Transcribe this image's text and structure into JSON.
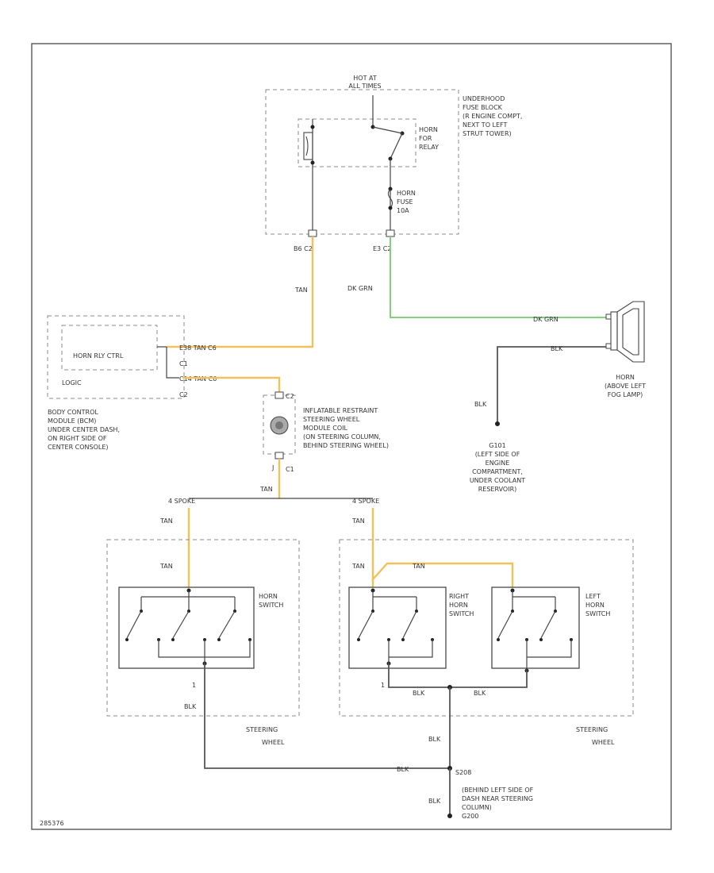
{
  "hot_at_all_times": [
    "HOT AT",
    "ALL TIMES"
  ],
  "underhood_fuse_block": [
    "UNDERHOOD",
    "FUSE BLOCK",
    "(R ENGINE COMPT,",
    "NEXT TO LEFT",
    "STRUT TOWER)"
  ],
  "horn_relay": [
    "HORN",
    "FOR",
    "RELAY"
  ],
  "horn_fuse": [
    "HORN",
    "FUSE",
    "10A"
  ],
  "conn_b6_c2": "B6   C2",
  "conn_e3_c2": "E3   C2",
  "wire_tan": "TAN",
  "wire_dk_grn": "DK GRN",
  "wire_blk": "BLK",
  "bcm_horn_relay_ctrl": "HORN RLY CTRL",
  "bcm_logic": "LOGIC",
  "bcm_conn_1": "E38   TAN  C6",
  "bcm_c1": "C1",
  "bcm_conn_2": "C14   TAN  C6",
  "bcm_c2": "C2",
  "bcm_label": [
    "BODY CONTROL",
    "MODULE (BCM)",
    "UNDER CENTER DASH,",
    "ON RIGHT SIDE OF",
    "CENTER CONSOLE)"
  ],
  "coil_c2": "C2",
  "coil_c1": "C1",
  "coil_label": [
    "INFLATABLE RESTRAINT",
    "STEERING WHEEL",
    "MODULE COIL",
    "(ON STEERING COLUMN,",
    "BEHIND STEERING WHEEL)"
  ],
  "pin_j": "J",
  "opt_left": "4 SPOKE",
  "opt_right": "4 SPOKE",
  "horn_switch": [
    "HORN",
    "SWITCH"
  ],
  "right_horn_switch": [
    "RIGHT",
    "HORN",
    "SWITCH"
  ],
  "left_horn_switch": [
    "LEFT",
    "HORN",
    "SWITCH"
  ],
  "steering_wheel_1": [
    "STEERING",
    "WHEEL"
  ],
  "steering_wheel_2": [
    "STEERING",
    "WHEEL"
  ],
  "horn_label": [
    "HORN",
    "(ABOVE LEFT",
    "FOG LAMP)"
  ],
  "g101_label": [
    "G101",
    "(LEFT SIDE OF",
    "ENGINE",
    "COMPARTMENT,",
    "UNDER COOLANT",
    "RESERVOIR)"
  ],
  "splice": "S208",
  "g200_label": [
    "(BEHIND LEFT SIDE OF",
    "DASH NEAR STEERING",
    "COLUMN)",
    "G200"
  ],
  "pin_1a": "1",
  "pin_1b": "1",
  "figure_id": "285376"
}
